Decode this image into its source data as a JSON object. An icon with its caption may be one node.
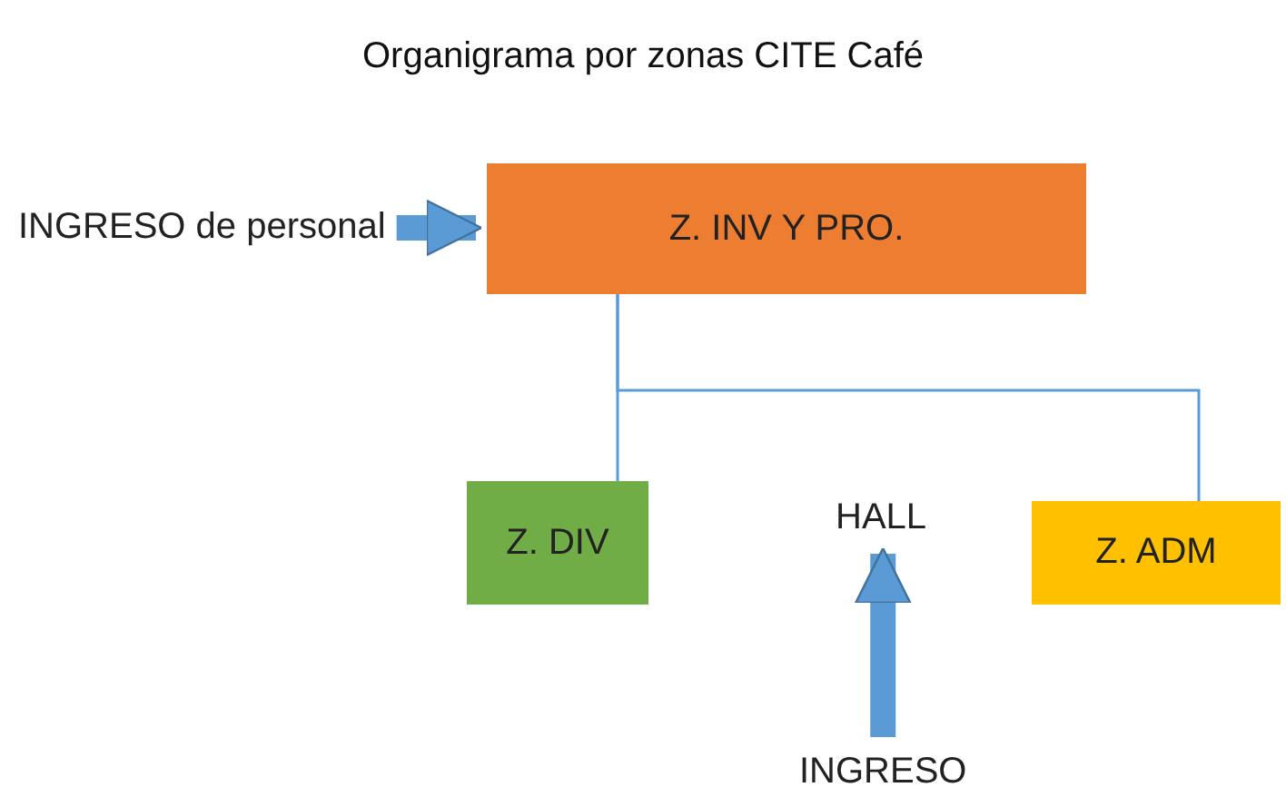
{
  "diagram": {
    "title": "Organigrama por zonas CITE Café",
    "nodes": [
      {
        "text": [
          "INGRESO de personal"
        ]
      },
      {
        "text": [
          "Z. INV Y PRO."
        ]
      },
      {
        "text": [
          "Z. DIV"
        ]
      },
      {
        "text": [
          "HALL"
        ]
      },
      {
        "text": [
          "Z. ADM"
        ]
      },
      {
        "text": [
          "INGRESO"
        ]
      }
    ],
    "edges": [
      {
        "from": 0,
        "to": 1,
        "arrow": "to",
        "style": "thick"
      },
      {
        "from": 1,
        "to": 2,
        "arrow": "none"
      },
      {
        "from": 1,
        "to": 4,
        "arrow": "none"
      },
      {
        "from": 5,
        "to": 3,
        "arrow": "to",
        "style": "thick"
      }
    ]
  }
}
